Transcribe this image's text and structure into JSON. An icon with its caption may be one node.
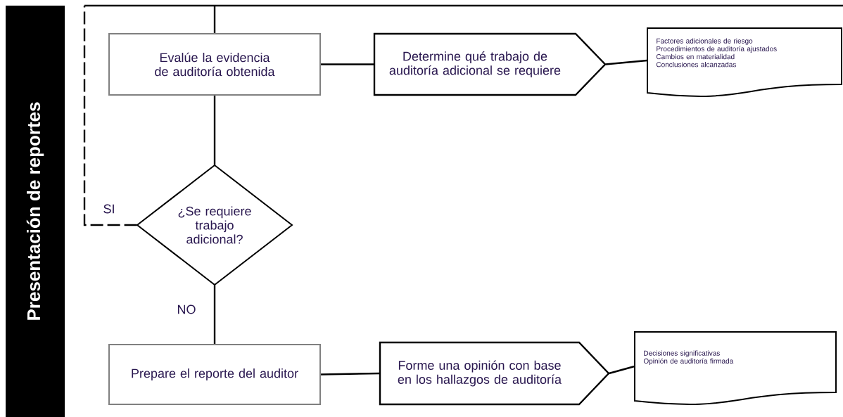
{
  "diagram": {
    "nodes": [
      {
        "text": [
          "Presentación de reportes"
        ]
      },
      {
        "text": [
          "Evalúe la evidencia de auditoría obtenida"
        ]
      },
      {
        "text": [
          "Determine qué trabajo de auditoría adicional se requiere"
        ]
      },
      {
        "text": [
          "Factores adicionales de riesgo",
          "Procedimientos de auditoría ajustados",
          "Cambios en materialidad",
          "Conclusiones alcanzadas"
        ]
      },
      {
        "text": [
          "¿Se requiere trabajo adicional?"
        ]
      },
      {
        "text": [
          "Prepare el reporte del auditor"
        ]
      },
      {
        "text": [
          "Forme una opinión con base en los hallazgos de auditoría"
        ]
      },
      {
        "text": [
          "Decisiones significativas",
          "Opinión de auditoría firmada"
        ]
      }
    ],
    "edges": [
      {
        "from": null,
        "to": 1,
        "arrow": "none"
      },
      {
        "from": 1,
        "to": 2,
        "arrow": "none"
      },
      {
        "from": 2,
        "to": 3,
        "arrow": "none"
      },
      {
        "from": 1,
        "to": 4,
        "arrow": "none"
      },
      {
        "from": 4,
        "to": null,
        "arrow": "none",
        "label": "SI",
        "style": "dashed"
      },
      {
        "from": 4,
        "to": 5,
        "arrow": "none",
        "label": "NO"
      },
      {
        "from": 5,
        "to": 6,
        "arrow": "none"
      },
      {
        "from": 6,
        "to": 7,
        "arrow": "none"
      }
    ]
  }
}
